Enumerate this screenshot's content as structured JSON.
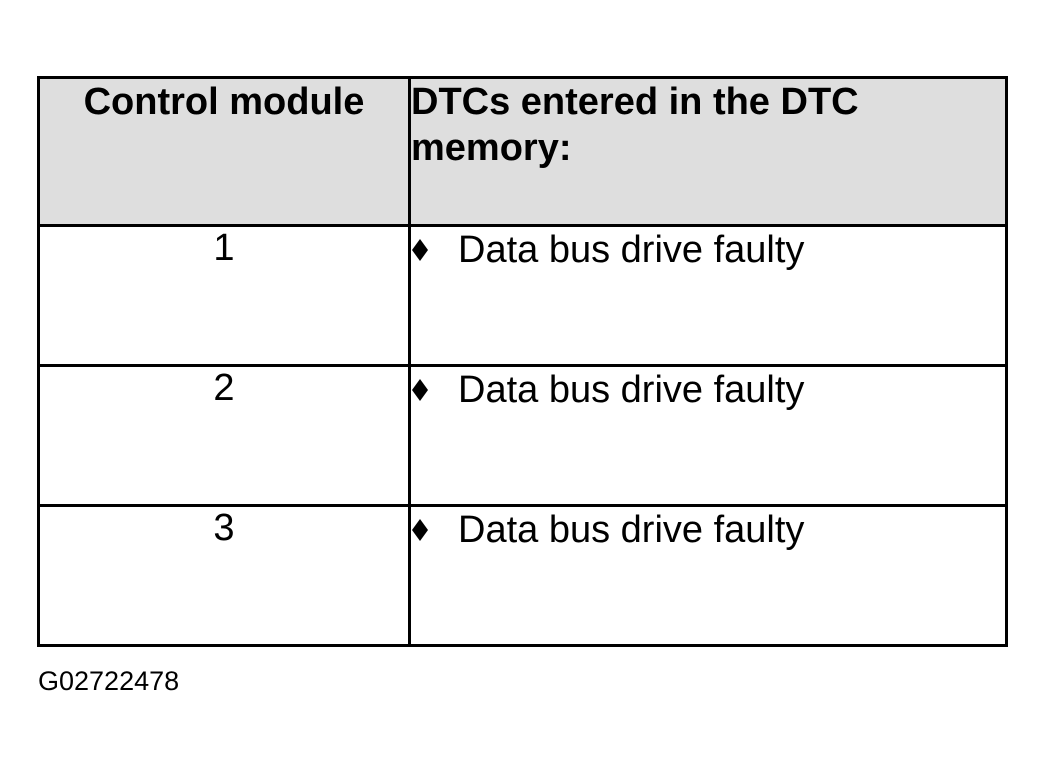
{
  "figure": {
    "caption": "G02722478",
    "header_fill": "#dedede",
    "border_color": "#000000"
  },
  "table": {
    "columns": [
      {
        "key": "module",
        "header": "Control module",
        "align": "center"
      },
      {
        "key": "dtcs",
        "header": "DTCs entered in the DTC memory:",
        "align": "left"
      }
    ],
    "rows": [
      {
        "module": "1",
        "bullet_icon": "diamond-bullet-icon",
        "dtcs": [
          "Data bus drive faulty"
        ]
      },
      {
        "module": "2",
        "bullet_icon": "diamond-bullet-icon",
        "dtcs": [
          "Data bus drive faulty"
        ]
      },
      {
        "module": "3",
        "bullet_icon": "diamond-bullet-icon",
        "dtcs": [
          "Data bus drive faulty"
        ]
      }
    ]
  }
}
